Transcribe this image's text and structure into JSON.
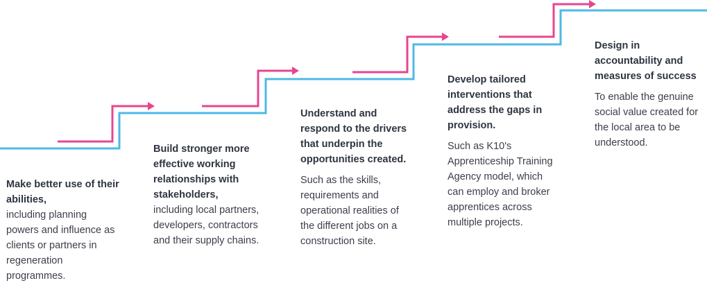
{
  "colors": {
    "blue_line": "#4fb8e6",
    "pink_arrow": "#e8458f",
    "heading_text": "#2e3440",
    "body_text": "#3d3d4a"
  },
  "steps": [
    {
      "heading": "Make better use of their abilities,",
      "body": "including planning powers and influence as clients or partners in regeneration programmes."
    },
    {
      "heading": "Build stronger more effective working relationships with stakeholders,",
      "body": "including local partners, developers, contractors and their supply chains."
    },
    {
      "heading": "Understand and respond to the drivers that underpin the opportunities created.",
      "body": "Such as the skills, requirements and operational realities of the  different jobs on a construction site."
    },
    {
      "heading": "Develop tailored interventions that address the gaps in provision.",
      "body": "Such as K10's Apprenticeship Training Agency model, which can employ and broker apprentices across multiple projects."
    },
    {
      "heading": "Design in accountability and measures of success",
      "body": "To enable the genuine social value created for the local area to be understood."
    }
  ]
}
